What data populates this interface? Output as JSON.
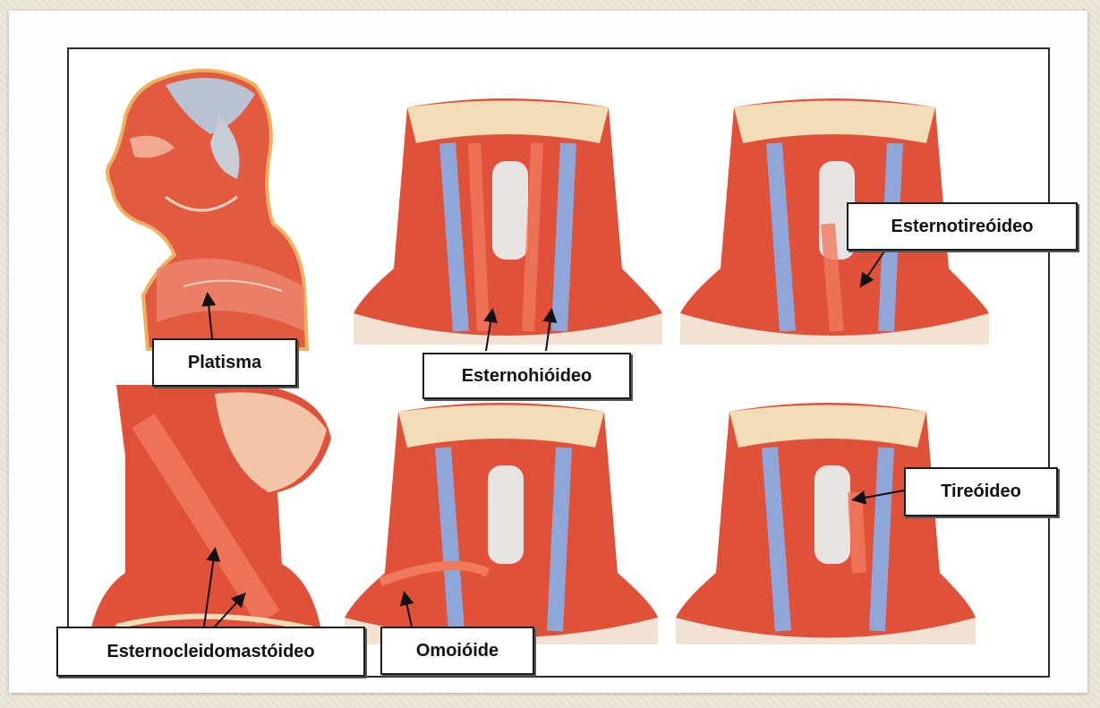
{
  "labels": {
    "platisma": "Platisma",
    "esternohioideo": "Esternohióideo",
    "esternotireoideo": "Esternotireóideo",
    "esternocleidomastoideo": "Esternocleidomastóideo",
    "omoioide": "Omoióide",
    "tireoideo": "Tireóideo"
  },
  "colors": {
    "muscle": "#e0513a",
    "muscle_light": "#f07a5e",
    "vein": "#8fa6d8",
    "bone": "#f3dcb8",
    "skin": "#f2c4a8"
  }
}
